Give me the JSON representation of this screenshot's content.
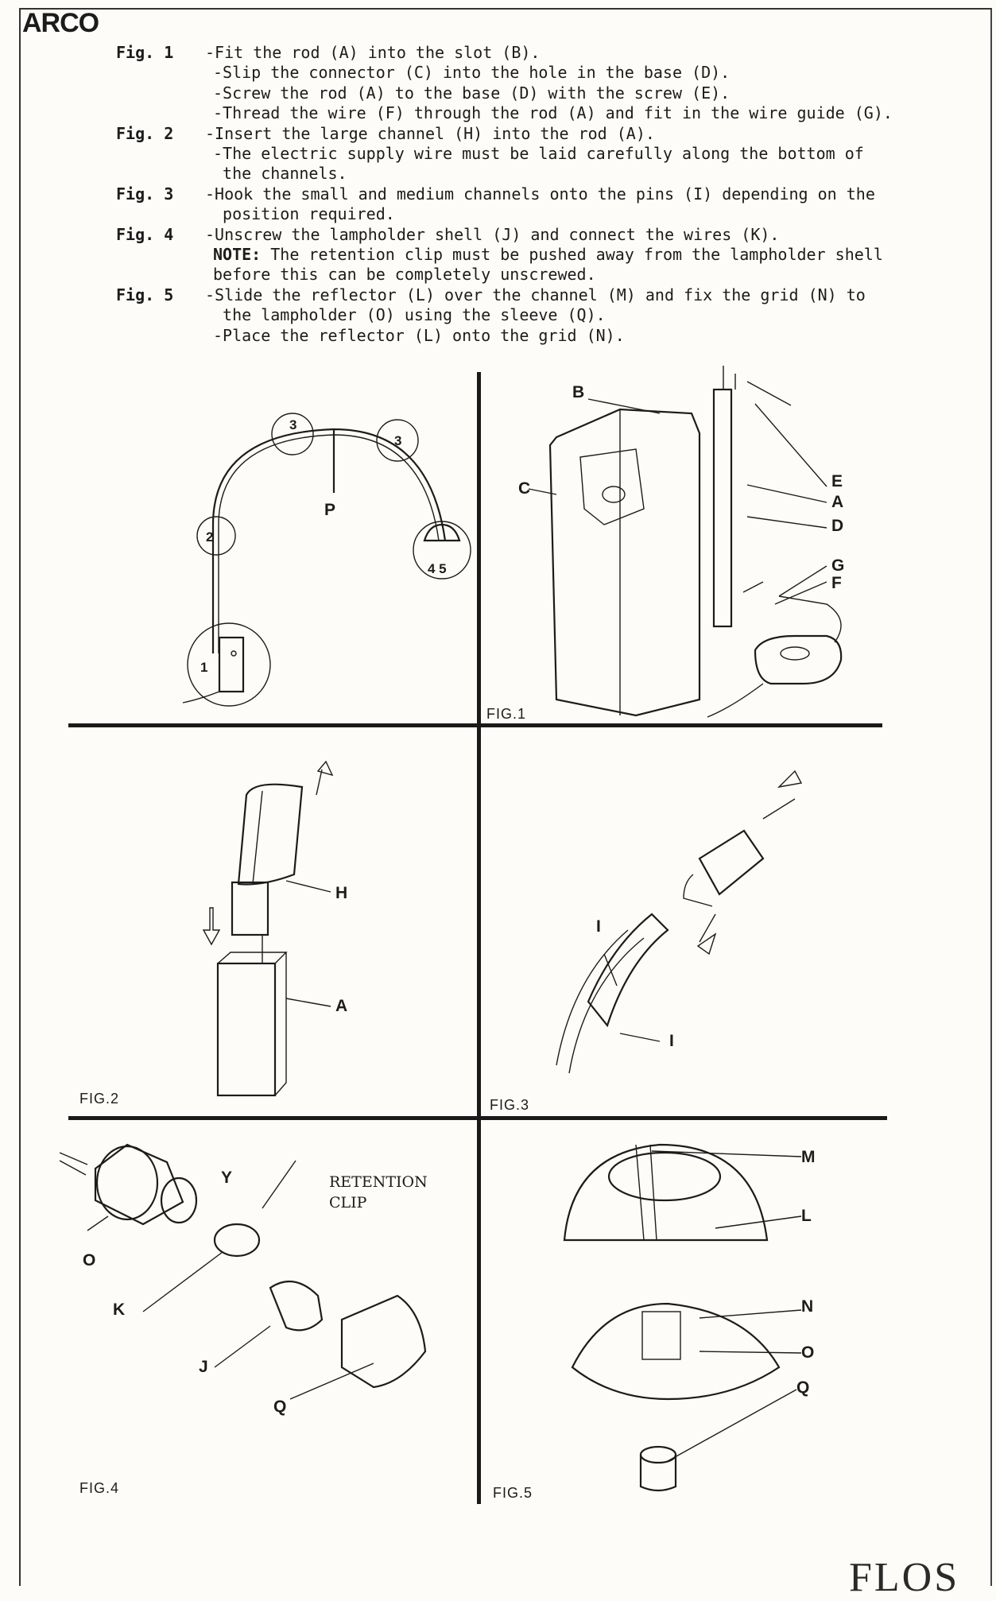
{
  "header": {
    "title": "ARCO"
  },
  "instructions": [
    {
      "fig": "Fig. 1",
      "lines": [
        "-Fit the rod (A) into the slot (B).",
        "-Slip the connector (C) into the hole in the base (D).",
        "-Screw the rod (A) to the base (D) with the screw (E).",
        "-Thread the wire (F) through the rod (A) and fit in the wire guide (G)."
      ]
    },
    {
      "fig": "Fig. 2",
      "lines": [
        "-Insert the large channel (H) into the rod (A).",
        "-The electric supply wire must be laid carefully along the bottom of",
        " the channels."
      ]
    },
    {
      "fig": "Fig. 3",
      "lines": [
        "-Hook the small and medium channels onto the pins (I) depending on the",
        " position required."
      ]
    },
    {
      "fig": "Fig. 4",
      "lines": [
        "-Unscrew the lampholder shell (J) and connect the wires (K)."
      ],
      "note_label": "NOTE:",
      "note_lines": [
        " The retention clip must be pushed away from the lampholder shell",
        "before this can be completely unscrewed."
      ]
    },
    {
      "fig": "Fig. 5",
      "lines": [
        "-Slide the reflector (L) over the channel (M) and fix the grid (N) to",
        " the lampholder (O) using the sleeve (Q).",
        "-Place the reflector (L) onto the grid (N)."
      ]
    }
  ],
  "figures": {
    "overview": {
      "circle_labels": [
        "3",
        "3",
        "2",
        "1",
        "4 5"
      ],
      "label_p": "P"
    },
    "fig1": {
      "caption": "FIG.1",
      "labels": [
        "B",
        "C",
        "E",
        "A",
        "D",
        "G",
        "F"
      ]
    },
    "fig2": {
      "caption": "FIG.2",
      "labels": [
        "H",
        "A"
      ]
    },
    "fig3": {
      "caption": "FIG.3",
      "labels": [
        "I",
        "I"
      ]
    },
    "fig4": {
      "caption": "FIG.4",
      "labels": [
        "Y",
        "O",
        "K",
        "J",
        "Q"
      ],
      "retention_label_1": "RETENTION",
      "retention_label_2": "CLIP"
    },
    "fig5": {
      "caption": "FIG.5",
      "labels": [
        "M",
        "L",
        "N",
        "O",
        "Q"
      ]
    }
  },
  "footer": {
    "brand": "FLOS"
  }
}
